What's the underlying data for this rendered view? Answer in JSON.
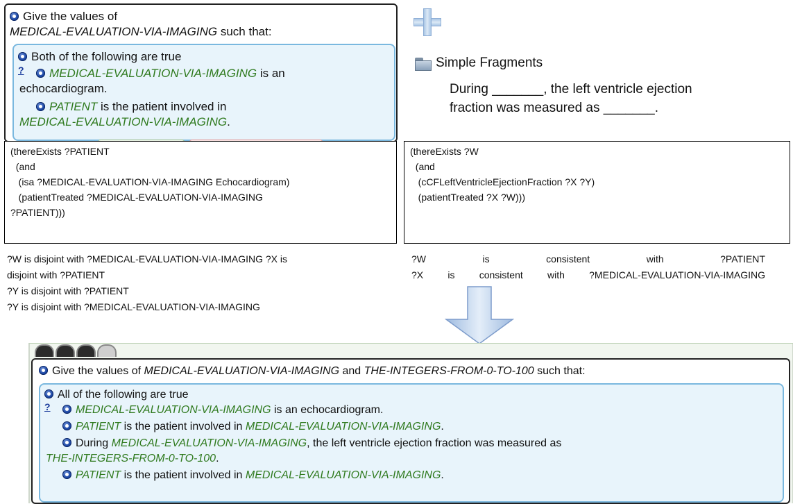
{
  "top_query": {
    "header_line1": "Give the values of",
    "header_var": "MEDICAL-EVALUATION-VIA-IMAGING",
    "header_suffix": " such that:",
    "condition_label": "Both of the following are true",
    "help_glyph": "?",
    "item1_var": "MEDICAL-EVALUATION-VIA-IMAGING",
    "item1_text": " is an",
    "item1_text2": "echocardiogram.",
    "item2_var": "PATIENT",
    "item2_text": " is the patient involved in",
    "item2_var2": "MEDICAL-EVALUATION-VIA-IMAGING",
    "item2_end": "."
  },
  "fragments": {
    "title": "Simple Fragments",
    "line1": "During _______, the left ventricle ejection",
    "line2": "fraction was measured as _______."
  },
  "logic_left": "(thereExists ?PATIENT\n  (and\n   (isa ?MEDICAL-EVALUATION-VIA-IMAGING Echocardiogram)\n   (patientTreated ?MEDICAL-EVALUATION-VIA-IMAGING\n?PATIENT)))",
  "logic_right": "(thereExists ?W\n  (and\n   (cCFLeftVentricleEjectionFraction ?X ?Y)\n   (patientTreated ?X ?W)))",
  "notes_left": [
    "?W is disjoint with ?MEDICAL-EVALUATION-VIA-IMAGING ?X is",
    "disjoint with ?PATIENT",
    "?Y is disjoint with ?PATIENT",
    "?Y is disjoint with ?MEDICAL-EVALUATION-VIA-IMAGING"
  ],
  "notes_right": {
    "row1": [
      "?W",
      "is",
      "consistent",
      "with",
      "?PATIENT"
    ],
    "row2": [
      "?X",
      "is",
      "consistent",
      "with",
      "?MEDICAL-EVALUATION-VIA-IMAGING"
    ]
  },
  "bottom_query": {
    "header_prefix": "Give the values of ",
    "header_var1": "MEDICAL-EVALUATION-VIA-IMAGING",
    "header_mid": " and ",
    "header_var2": "THE-INTEGERS-FROM-0-TO-100",
    "header_suffix": " such that:",
    "condition_label": "All of the following are true",
    "help_glyph": "?",
    "item1_var": "MEDICAL-EVALUATION-VIA-IMAGING",
    "item1_text": " is an echocardiogram.",
    "item2_var": "PATIENT",
    "item2_text": " is the patient involved in ",
    "item2_var2": "MEDICAL-EVALUATION-VIA-IMAGING",
    "item2_end": ".",
    "item3_prefix": "During ",
    "item3_var": "MEDICAL-EVALUATION-VIA-IMAGING",
    "item3_text": ", the left ventricle ejection fraction was measured as",
    "item3_var2": "THE-INTEGERS-FROM-0-TO-100",
    "item3_end": ".",
    "item4_var": "PATIENT",
    "item4_text": " is the patient involved in ",
    "item4_var2": "MEDICAL-EVALUATION-VIA-IMAGING",
    "item4_end": "."
  }
}
